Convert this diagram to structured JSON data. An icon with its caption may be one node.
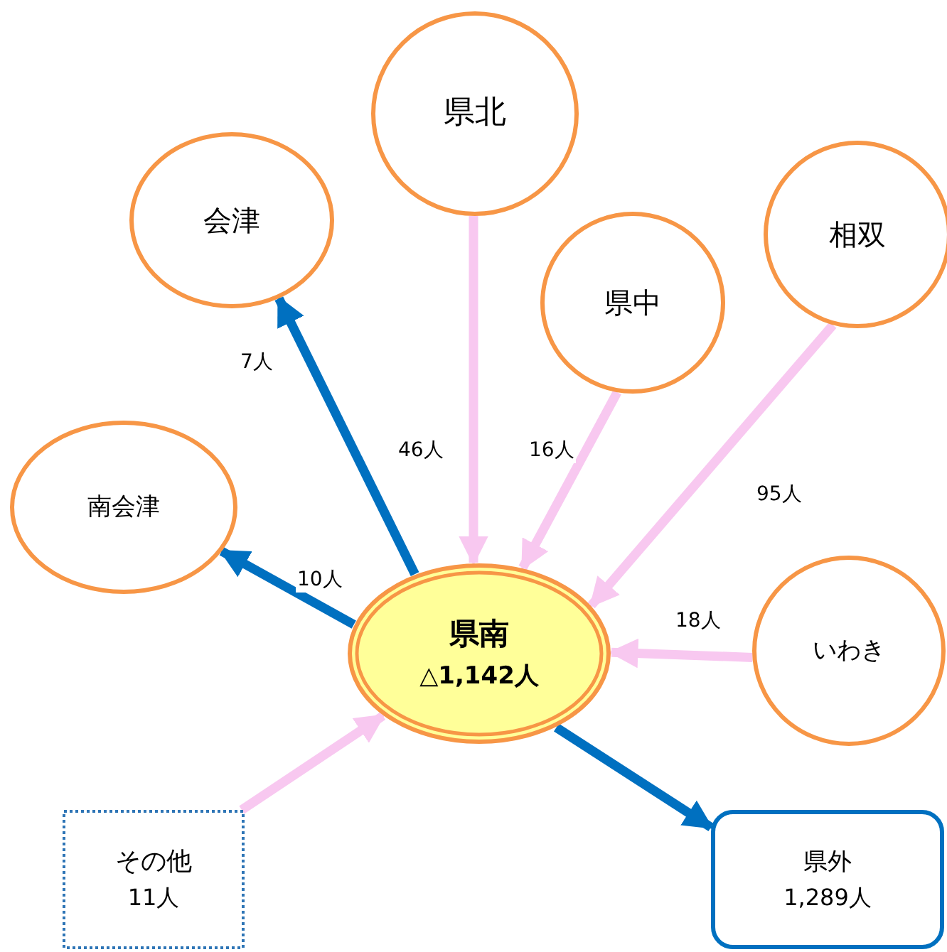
{
  "diagram": {
    "nodes": [
      {
        "text": [
          "県北"
        ]
      },
      {
        "text": [
          "会津"
        ]
      },
      {
        "text": [
          "相双"
        ]
      },
      {
        "text": [
          "県中"
        ]
      },
      {
        "text": [
          "南会津"
        ]
      },
      {
        "text": [
          "県南",
          "△1,142人"
        ]
      },
      {
        "text": [
          "いわき"
        ]
      },
      {
        "text": [
          "その他",
          "11人"
        ]
      },
      {
        "text": [
          "県外",
          "1,289人"
        ]
      }
    ],
    "edges": [
      {
        "from": 5,
        "to": 1,
        "arrow": "to",
        "label": "7人",
        "color": "#0070c0"
      },
      {
        "from": 0,
        "to": 5,
        "arrow": "to",
        "label": "46人"
      },
      {
        "from": 3,
        "to": 5,
        "arrow": "to",
        "label": "16人"
      },
      {
        "from": 2,
        "to": 5,
        "arrow": "to",
        "label": "95人"
      },
      {
        "from": 5,
        "to": 4,
        "arrow": "to",
        "label": "10人",
        "color": "#0070c0"
      },
      {
        "from": 6,
        "to": 5,
        "arrow": "to",
        "label": "18人"
      },
      {
        "from": 7,
        "to": 5,
        "arrow": "to"
      },
      {
        "from": 5,
        "to": 8,
        "arrow": "to",
        "color": "#0070c0"
      }
    ]
  }
}
